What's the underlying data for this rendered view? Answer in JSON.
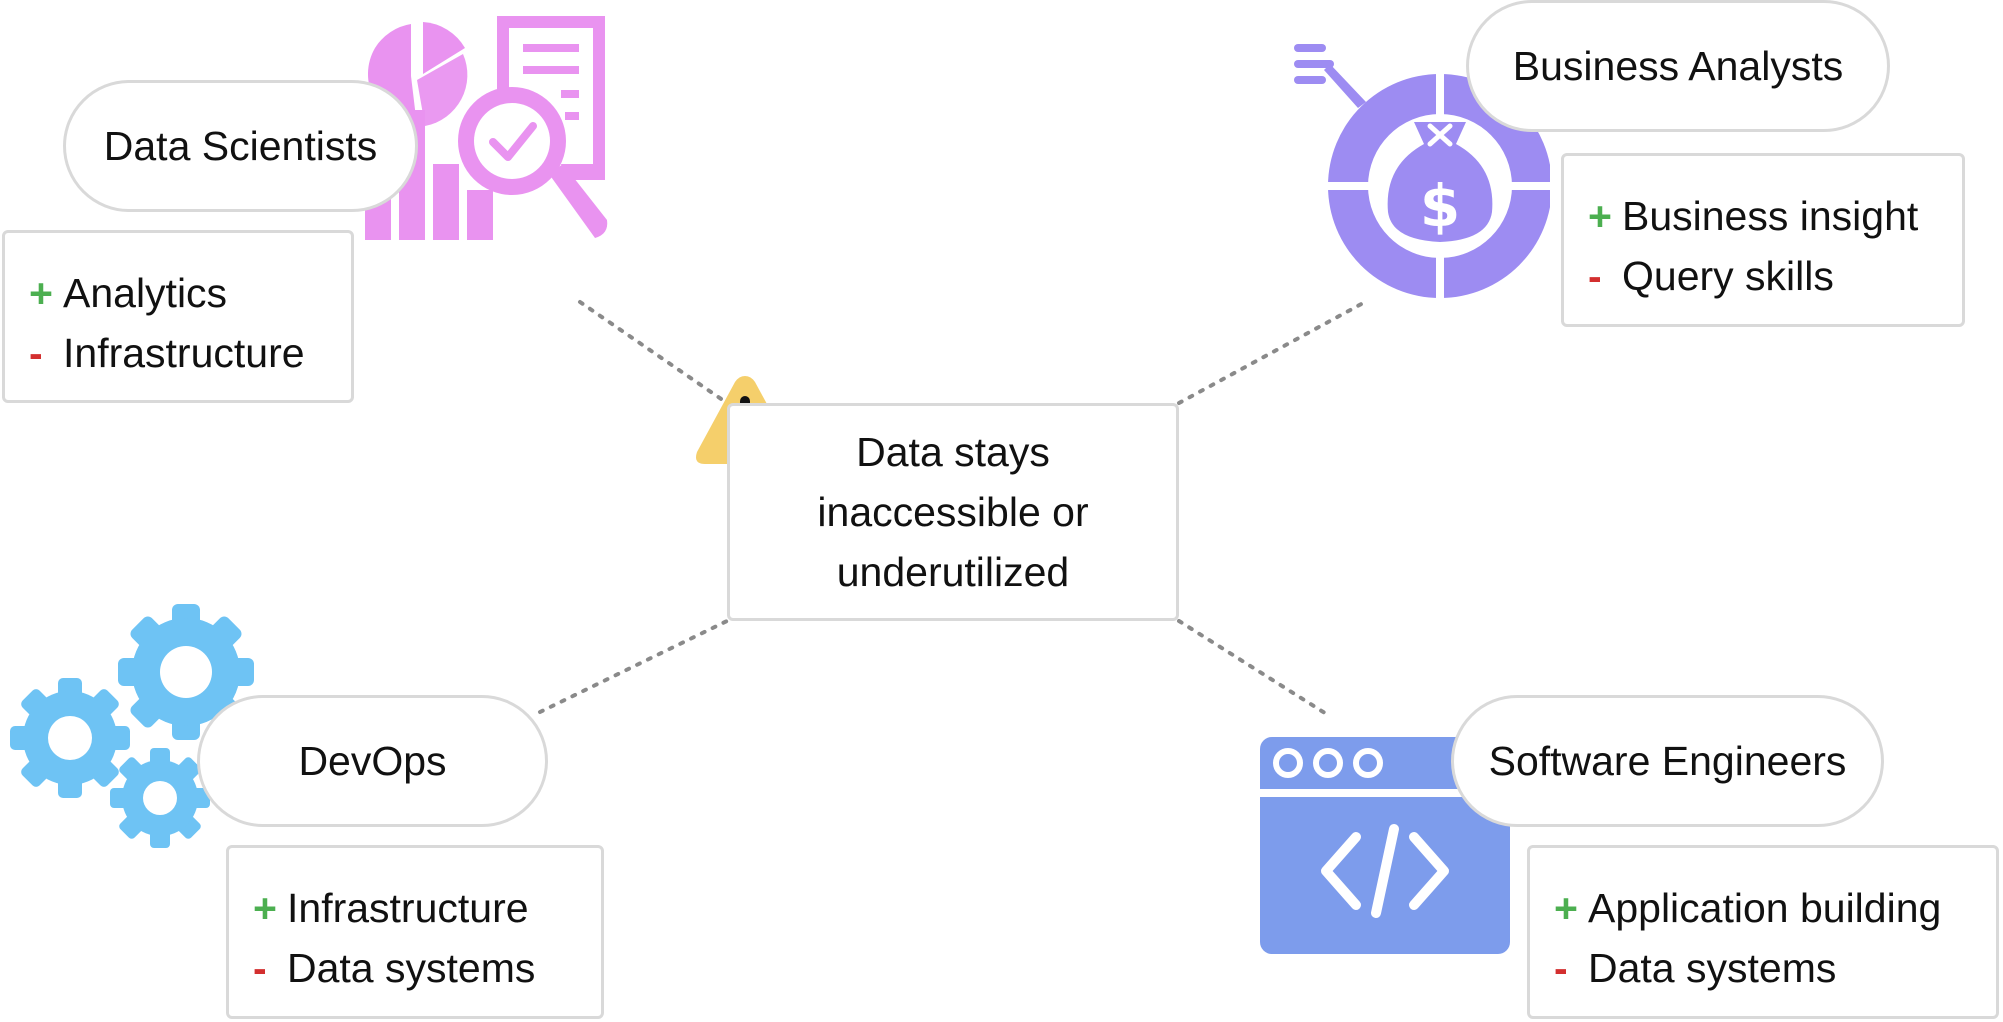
{
  "colors": {
    "plus": "#4caf50",
    "minus": "#d32f2f",
    "data_scientists_icon": "#e993f0",
    "business_analysts_icon": "#9d8cf2",
    "devops_icon": "#6ec3f4",
    "software_engineers_icon": "#7d9cec",
    "warning_icon": "#f5cf6b"
  },
  "center": {
    "text": "Data stays inaccessible or underutilized",
    "icon": "warning-icon"
  },
  "roles": [
    {
      "key": "data_scientists",
      "title": "Data Scientists",
      "icon": "chart-magnifier-icon",
      "strength_sign": "+",
      "strength": "Analytics",
      "gap_sign": "-",
      "gap": "Infrastructure"
    },
    {
      "key": "business_analysts",
      "title": "Business Analysts",
      "icon": "money-bag-chart-icon",
      "strength_sign": "+",
      "strength": "Business insight",
      "gap_sign": "-",
      "gap": "Query skills"
    },
    {
      "key": "devops",
      "title": "DevOps",
      "icon": "gears-icon",
      "strength_sign": "+",
      "strength": "Infrastructure",
      "gap_sign": "-",
      "gap": "Data systems"
    },
    {
      "key": "software_engineers",
      "title": "Software Engineers",
      "icon": "code-window-icon",
      "strength_sign": "+",
      "strength": "Application building",
      "gap_sign": "-",
      "gap": "Data systems"
    }
  ]
}
